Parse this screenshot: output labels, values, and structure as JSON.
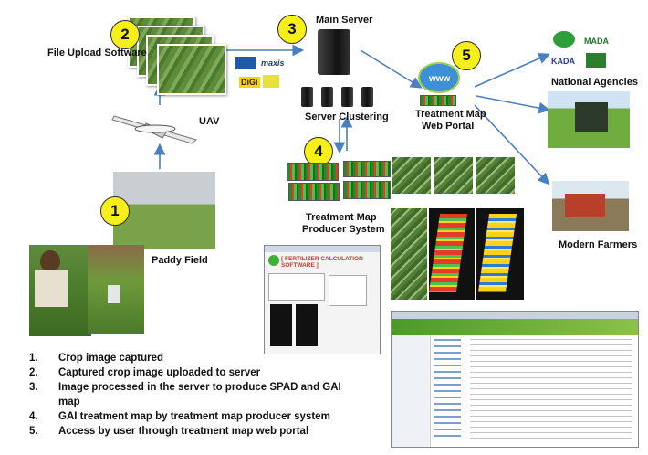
{
  "labels": {
    "file_upload": "File Upload Software",
    "uav": "UAV",
    "main_server": "Main Server",
    "server_clustering": "Server Clustering",
    "treatment_portal_line1": "Treatment Map",
    "treatment_portal_line2": "Web Portal",
    "national_agencies": "National Agencies",
    "modern_farmers": "Modern Farmers",
    "producer_line1": "Treatment Map",
    "producer_line2": "Producer System",
    "paddy_field": "Paddy Field"
  },
  "circles": [
    "1",
    "2",
    "3",
    "4",
    "5"
  ],
  "telco_logos": [
    "maxis",
    "DiGi"
  ],
  "agency_logos": [
    "MADA",
    "KADA"
  ],
  "software": {
    "title": "[ FERTILIZER CALCULATION SOFTWARE ]"
  },
  "steps": [
    {
      "num": "1.",
      "text": "Crop image captured"
    },
    {
      "num": "2.",
      "text": "Captured crop image uploaded to server"
    },
    {
      "num": "3.",
      "text": "Image processed in the server to produce SPAD and GAI"
    },
    {
      "num": "",
      "text": "map"
    },
    {
      "num": "4.",
      "text": "GAI treatment map by treatment map producer system"
    },
    {
      "num": "5.",
      "text": "Access by user through treatment map web portal"
    }
  ],
  "colors": {
    "circle_fill": "#f7ef1a",
    "arrow": "#4a7fc1",
    "heat_red": "#e63b2a",
    "heat_green": "#4cc24c"
  }
}
